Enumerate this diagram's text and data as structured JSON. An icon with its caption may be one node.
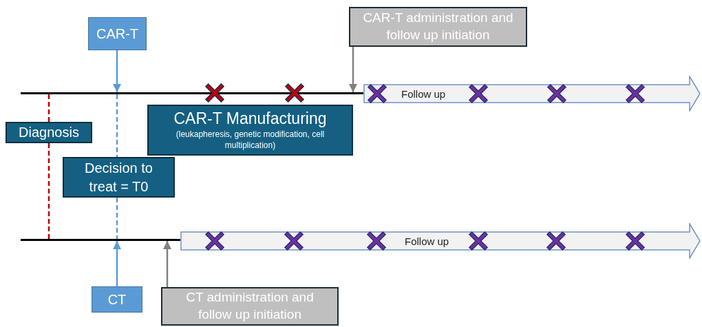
{
  "diagram": {
    "nodes": [
      {
        "text": [
          "CAR-T"
        ]
      },
      {
        "text": [
          "CAR-T administration and follow up initiation"
        ]
      },
      {
        "text": [],
        "shape": "line"
      },
      {
        "text": [
          "Follow up"
        ]
      },
      {
        "text": [
          "CAR-T Manufacturing",
          "(leukapheresis, genetic modification, cell multiplication)"
        ]
      },
      {
        "text": [
          "Diagnosis"
        ]
      },
      {
        "text": [
          "Decision to treat = T0"
        ]
      },
      {
        "text": [],
        "shape": "line"
      },
      {
        "text": [
          "Follow up"
        ]
      },
      {
        "text": [
          "CT"
        ]
      },
      {
        "text": [
          "CT administration and follow up initiation"
        ]
      }
    ],
    "edges": [
      {
        "from": 0,
        "to": 2,
        "arrow": "to",
        "color": "#5b9bd5"
      },
      {
        "from": 1,
        "to": 2,
        "arrow": "to",
        "color": "#808080"
      },
      {
        "from": 2,
        "to": 5,
        "arrow": "none",
        "style": "dashed",
        "color": "#c00000"
      },
      {
        "from": 5,
        "to": 7,
        "arrow": "none",
        "style": "dashed",
        "color": "#c00000"
      },
      {
        "from": 2,
        "to": 6,
        "arrow": "none",
        "style": "dashed",
        "color": "#5b9bd5"
      },
      {
        "from": 6,
        "to": 7,
        "arrow": "none",
        "style": "dashed",
        "color": "#5b9bd5"
      },
      {
        "from": 9,
        "to": 7,
        "arrow": "to",
        "color": "#5b9bd5"
      },
      {
        "from": 10,
        "to": 7,
        "arrow": "to",
        "color": "#808080"
      }
    ]
  }
}
